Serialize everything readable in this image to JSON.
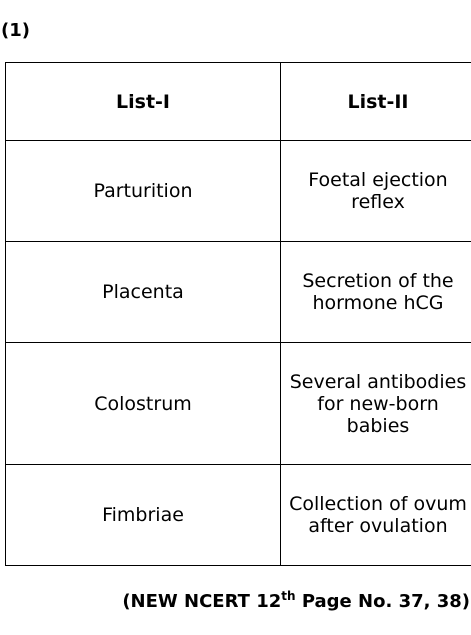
{
  "question_label": "(1)",
  "table": {
    "headers": [
      "List-I",
      "List-II"
    ],
    "rows": [
      {
        "list1": "Parturition",
        "list2": "Foetal ejection reflex"
      },
      {
        "list1": "Placenta",
        "list2": "Secretion of the hormone hCG"
      },
      {
        "list1": "Colostrum",
        "list2": "Several antibodies for new-born babies"
      },
      {
        "list1": "Fimbriae",
        "list2": "Collection of ovum after ovulation"
      }
    ]
  },
  "reference": {
    "prefix": "(NEW NCERT 12",
    "superscript": "th",
    "suffix": " Page No. 37, 38)"
  }
}
